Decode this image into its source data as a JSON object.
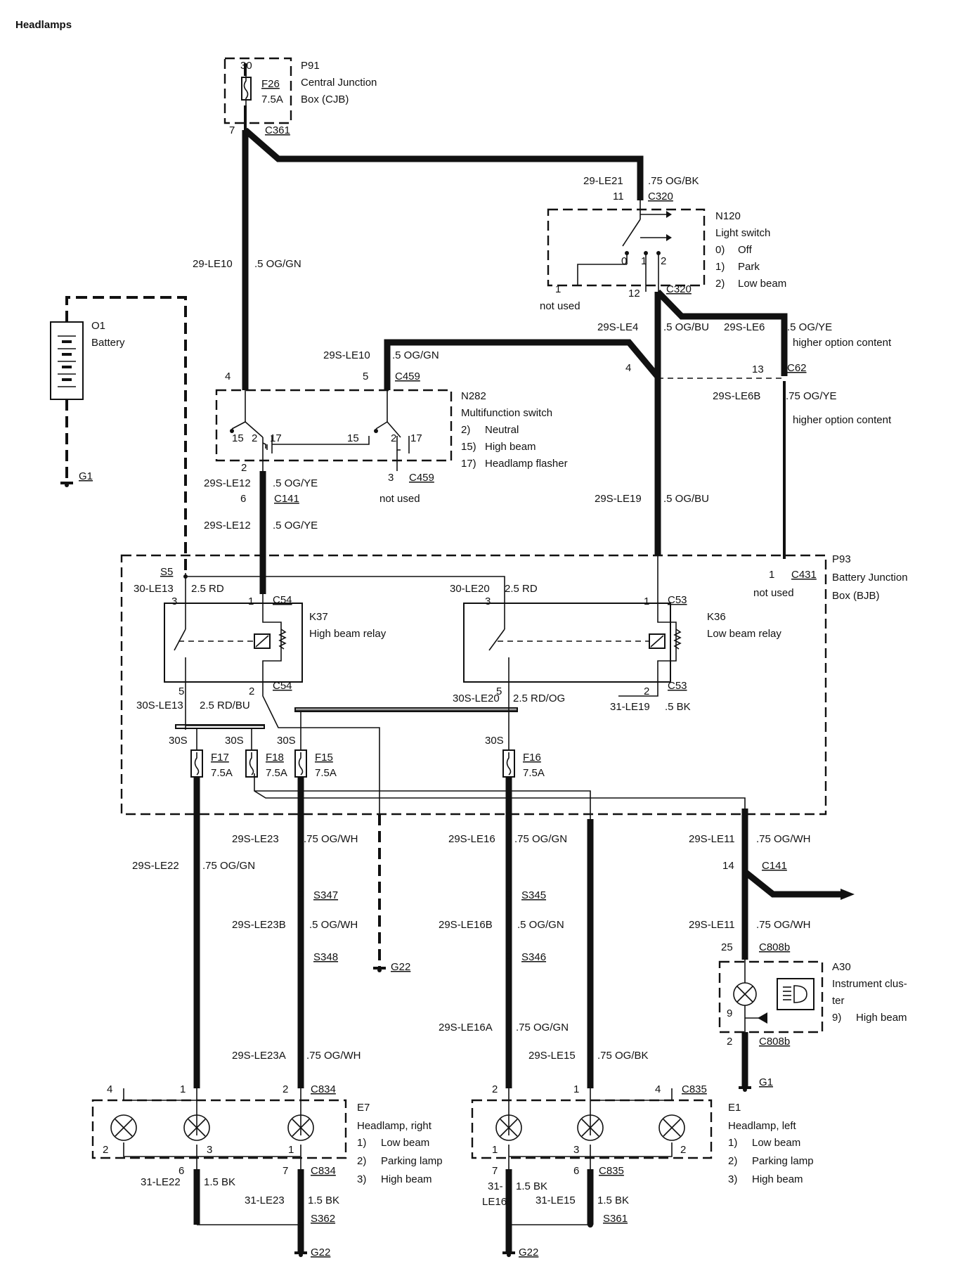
{
  "title": "Headlamps",
  "components": {
    "p91": {
      "id": "P91",
      "name_l1": "Central Junction",
      "name_l2": "Box (CJB)",
      "pin": "30",
      "fuse": "F26",
      "fuse_rating": "7.5A",
      "out_pin": "7",
      "connector": "C361"
    },
    "n120": {
      "id": "N120",
      "name": "Light switch",
      "pos0_num": "0)",
      "pos0": "Off",
      "pos1_num": "1)",
      "pos1": "Park",
      "pos2_num": "2)",
      "pos2": "Low beam",
      "pin_in": "11",
      "conn_in": "C320",
      "pin_out": "12",
      "conn_out": "C320",
      "pin_unused": "1",
      "unused_note": "not used",
      "contact0": "0",
      "contact1": "1",
      "contact2": "2"
    },
    "o1": {
      "id": "O1",
      "name": "Battery"
    },
    "n282": {
      "id": "N282",
      "name": "Multifunction switch",
      "pos2_num": "2)",
      "pos2": "Neutral",
      "pos15_num": "15)",
      "pos15": "High beam",
      "pos17_num": "17)",
      "pos17": "Headlamp flasher",
      "pin4": "4",
      "pin5": "5",
      "conn_in": "C459",
      "pin2": "2",
      "pin3": "3",
      "conn_out": "C459",
      "unused_note": "not used",
      "c15a": "15",
      "c2a": "2",
      "c17a": "17",
      "c15b": "15",
      "c2b": "2",
      "c17b": "17"
    },
    "p93": {
      "id": "P93",
      "name_l1": "Battery Junction",
      "name_l2": "Box (BJB)",
      "splice": "S5"
    },
    "k37": {
      "id": "K37",
      "name": "High beam relay",
      "pin3": "3",
      "pin1": "1",
      "conn_top": "C54",
      "pin5": "5",
      "pin2": "2",
      "conn_bottom": "C54"
    },
    "k36": {
      "id": "K36",
      "name": "Low beam relay",
      "pin3": "3",
      "pin1": "1",
      "conn_top": "C53",
      "pin5": "5",
      "pin2": "2",
      "conn_bottom": "C53"
    },
    "c431": {
      "pin": "1",
      "connector": "C431",
      "note": "not used"
    },
    "c62": {
      "pin_left": "4",
      "pin_right": "13",
      "connector": "C62"
    },
    "c141_top": {
      "pin": "6",
      "connector": "C141"
    },
    "c141_right": {
      "pin": "14",
      "connector": "C141"
    },
    "fuses": [
      {
        "label": "F17",
        "rating": "7.5A",
        "bus": "30S"
      },
      {
        "label": "F18",
        "rating": "7.5A",
        "bus": "30S"
      },
      {
        "label": "F15",
        "rating": "7.5A",
        "bus": "30S"
      },
      {
        "label": "F16",
        "rating": "7.5A",
        "bus": "30S"
      }
    ],
    "a30": {
      "id": "A30",
      "name_l1": "Instrument clus-",
      "name_l2": "ter",
      "pos9_num": "9)",
      "pos9": "High beam",
      "pin_top": "25",
      "conn_top": "C808b",
      "pin9": "9",
      "pin_bottom": "2",
      "conn_bottom": "C808b"
    },
    "e7": {
      "id": "E7",
      "name": "Headlamp, right",
      "f1_num": "1)",
      "f1": "Low beam",
      "f2_num": "2)",
      "f2": "Parking lamp",
      "f3_num": "3)",
      "f3": "High beam",
      "pin4": "4",
      "pin1": "1",
      "pin2": "2",
      "conn_top": "C834",
      "lamp2": "2",
      "lamp3": "3",
      "lamp1": "1",
      "pin6": "6",
      "pin7": "7",
      "conn_bottom": "C834"
    },
    "e1": {
      "id": "E1",
      "name": "Headlamp, left",
      "f1_num": "1)",
      "f1": "Low beam",
      "f2_num": "2)",
      "f2": "Parking lamp",
      "f3_num": "3)",
      "f3": "High beam",
      "pin2": "2",
      "pin1": "1",
      "pin4": "4",
      "conn_top": "C835",
      "lamp1": "1",
      "lamp3": "3",
      "lamp2": "2",
      "pin7": "7",
      "pin6": "6",
      "conn_bottom": "C835"
    },
    "splices": {
      "s347": "S347",
      "s348": "S348",
      "s345": "S345",
      "s346": "S346",
      "s362": "S362",
      "s361": "S361"
    },
    "grounds": {
      "g1_battery": "G1",
      "g22_mid": "G22",
      "g22_right_lamp": "G22",
      "g22_left_lamp": "G22",
      "g1_cluster": "G1"
    }
  },
  "wires": {
    "le10": {
      "circuit": "29-LE10",
      "spec": ".5 OG/GN"
    },
    "le21": {
      "circuit": "29-LE21",
      "spec": ".75 OG/BK"
    },
    "le4": {
      "circuit": "29S-LE4",
      "spec": ".5 OG/BU"
    },
    "le6": {
      "circuit": "29S-LE6",
      "spec": ".5 OG/YE",
      "note": "higher option content"
    },
    "le10s": {
      "circuit": "29S-LE10",
      "spec": ".5 OG/GN"
    },
    "le6b": {
      "circuit": "29S-LE6B",
      "spec": ".75 OG/YE",
      "note": "higher option content"
    },
    "le12a": {
      "circuit": "29S-LE12",
      "spec": ".5 OG/YE"
    },
    "le12b": {
      "circuit": "29S-LE12",
      "spec": ".5 OG/YE"
    },
    "le19s": {
      "circuit": "29S-LE19",
      "spec": ".5 OG/BU"
    },
    "le13": {
      "circuit": "30-LE13",
      "spec": "2.5 RD"
    },
    "le20": {
      "circuit": "30-LE20",
      "spec": "2.5 RD"
    },
    "le13s": {
      "circuit": "30S-LE13",
      "spec": "2.5 RD/BU"
    },
    "le20s": {
      "circuit": "30S-LE20",
      "spec": "2.5 RD/OG"
    },
    "le19": {
      "circuit": "31-LE19",
      "spec": ".5 BK"
    },
    "le23": {
      "circuit": "29S-LE23",
      "spec": ".75 OG/WH"
    },
    "le22": {
      "circuit": "29S-LE22",
      "spec": ".75 OG/GN"
    },
    "le16": {
      "circuit": "29S-LE16",
      "spec": ".75 OG/GN"
    },
    "le11a": {
      "circuit": "29S-LE11",
      "spec": ".75 OG/WH"
    },
    "le23b": {
      "circuit": "29S-LE23B",
      "spec": ".5 OG/WH"
    },
    "le16b": {
      "circuit": "29S-LE16B",
      "spec": ".5 OG/GN"
    },
    "le11b": {
      "circuit": "29S-LE11",
      "spec": ".75 OG/WH"
    },
    "le16a": {
      "circuit": "29S-LE16A",
      "spec": ".75 OG/GN"
    },
    "le23a": {
      "circuit": "29S-LE23A",
      "spec": ".75 OG/WH"
    },
    "le15": {
      "circuit": "29S-LE15",
      "spec": ".75 OG/BK"
    },
    "le22g": {
      "circuit": "31-LE22",
      "spec": "1.5 BK"
    },
    "le23g": {
      "circuit": "31-LE23",
      "spec": "1.5 BK"
    },
    "le16g_l1": "31-",
    "le16g_l2": "LE16",
    "le16g_spec": "1.5 BK",
    "le15g": {
      "circuit": "31-LE15",
      "spec": "1.5 BK"
    }
  },
  "colors": {
    "ink": "#111111",
    "background": "#ffffff"
  }
}
